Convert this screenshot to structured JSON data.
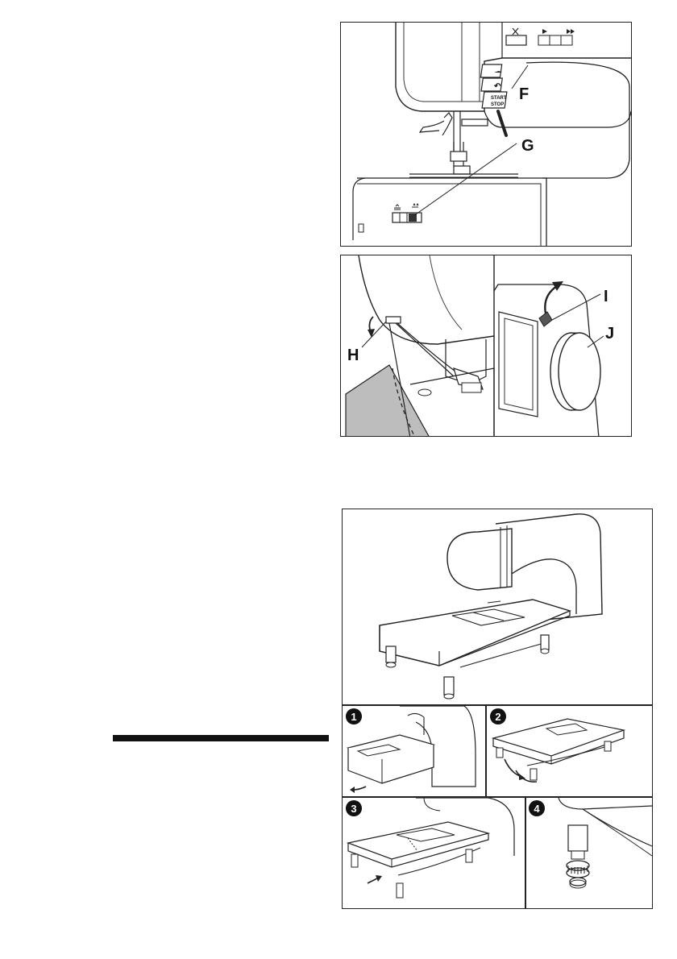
{
  "figure1": {
    "labels": {
      "f": "F",
      "g": "G"
    },
    "buttons": {
      "reverse": "↶",
      "start_stop_top": "START",
      "start_stop_bottom": "STOP"
    },
    "icons": [
      "needle-position-icon",
      "scissors-icon",
      "speed-slow-icon",
      "speed-fast-icon",
      "feed-dog-icon"
    ]
  },
  "figure2": {
    "labels": {
      "h": "H",
      "i": "I",
      "j": "J"
    }
  },
  "figure3": {
    "steps": [
      "1",
      "2",
      "3",
      "4"
    ]
  }
}
